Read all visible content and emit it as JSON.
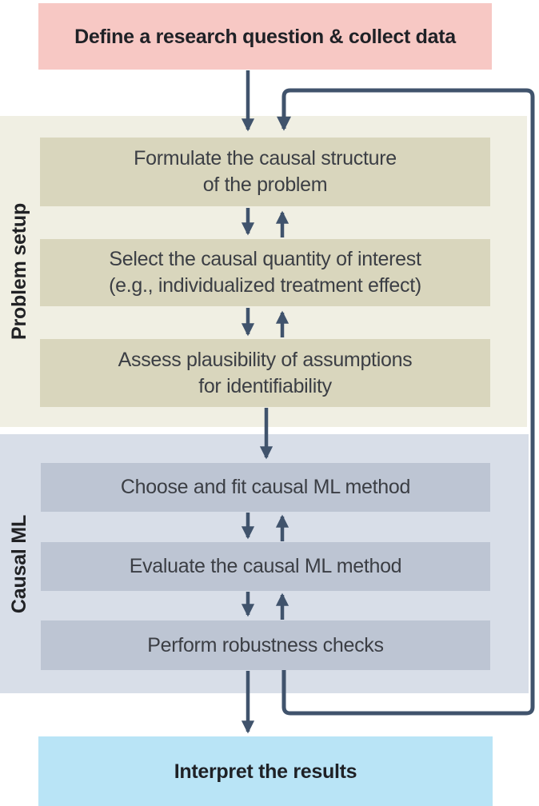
{
  "flowchart": {
    "start_box": {
      "label": "Define a research question & collect data",
      "fill": "#f7c8c4"
    },
    "sections": [
      {
        "label": "Problem setup",
        "fill": "#f0efe3",
        "step_fill": "#d9d6bd",
        "steps": [
          {
            "label": "Formulate the causal structure\nof the problem"
          },
          {
            "label": "Select the causal quantity of interest\n(e.g., individualized treatment effect)"
          },
          {
            "label": "Assess plausibility of assumptions\nfor identifiability"
          }
        ]
      },
      {
        "label": "Causal ML",
        "fill": "#d8dee8",
        "step_fill": "#bdc5d3",
        "steps": [
          {
            "label": "Choose and fit causal ML method"
          },
          {
            "label": "Evaluate the causal ML method"
          },
          {
            "label": "Perform robustness checks"
          }
        ]
      }
    ],
    "end_box": {
      "label": "Interpret the results",
      "fill": "#b9e4f6"
    },
    "arrows": {
      "color": "#40536c",
      "forward_flow": [
        "define-to-formulate",
        "formulate-to-select",
        "select-to-assess",
        "assess-to-choose",
        "choose-to-evaluate",
        "evaluate-to-perform",
        "perform-to-interpret"
      ],
      "back_flow": [
        "select-to-formulate",
        "assess-to-select",
        "evaluate-to-choose",
        "perform-to-evaluate",
        "feedback-loop-perform-to-formulate"
      ]
    }
  }
}
